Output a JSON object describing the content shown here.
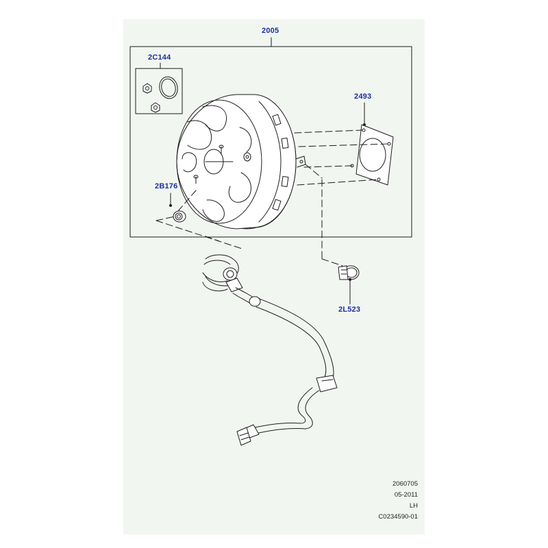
{
  "callouts": {
    "main": "2005",
    "seal_kit": "2C144",
    "gasket": "2493",
    "grommet": "2B176",
    "connector": "2L523"
  },
  "footer": {
    "code": "2060705",
    "date": "05-2011",
    "side": "LH",
    "ref": "C0234590-01"
  },
  "colors": {
    "panel": "#f2f6f1",
    "line": "#1b1b1b",
    "callout": "#1a2ea0"
  }
}
